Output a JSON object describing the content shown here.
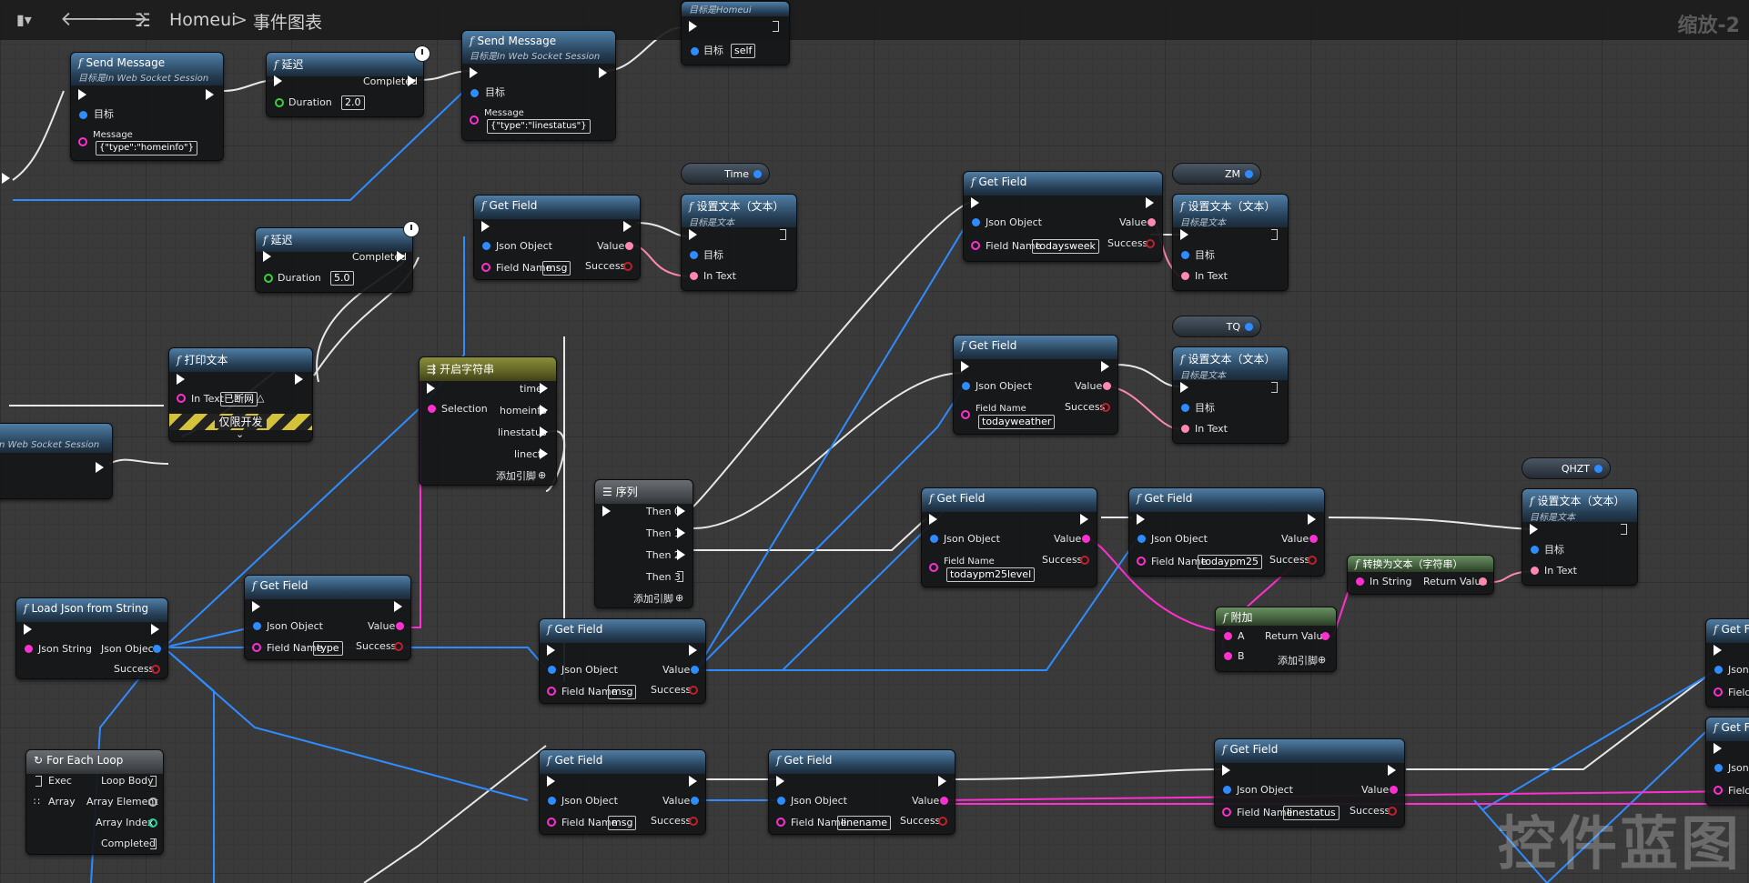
{
  "topbar": {
    "breadcrumb_root": "Homeui",
    "breadcrumb_sep": ">",
    "breadcrumb_current": "事件图表",
    "zoom": "缩放-2"
  },
  "nodes": {
    "send_msg_1": {
      "title": "Send Message",
      "subtitle": "目标是In Web Socket Session",
      "target": "目标",
      "message_label": "Message",
      "message_value": "{\"type\":\"homeinfo\"}"
    },
    "delay_1": {
      "title": "延迟",
      "completed": "Completed",
      "duration_label": "Duration",
      "duration_value": "2.0"
    },
    "send_msg_2": {
      "title": "Send Message",
      "subtitle": "目标是In Web Socket Session",
      "target": "目标",
      "message_label": "Message",
      "message_value": "{\"type\":\"linestatus\"}"
    },
    "top_partial": {
      "subtitle": "目标是Homeui",
      "target": "目标",
      "target_value": "self"
    },
    "delay_2": {
      "title": "延迟",
      "completed": "Completed",
      "duration_label": "Duration",
      "duration_value": "5.0"
    },
    "print": {
      "title": "打印文本",
      "in_text": "In Text",
      "in_text_value": "已断网",
      "dev_only": "仅限开发"
    },
    "ws_partial": {
      "subtitle": "n Web Socket Session"
    },
    "switch": {
      "title": "开启字符串",
      "selection": "Selection",
      "out_time": "time",
      "out_homeinfo": "homeinfo",
      "out_linestatus": "linestatus",
      "out_linect": "linect",
      "add_pin": "添加引脚"
    },
    "sequence": {
      "title": "序列",
      "then0": "Then 0",
      "then1": "Then 1",
      "then2": "Then 2",
      "then3": "Then 3",
      "add_pin": "添加引脚"
    },
    "gf_msg_top": {
      "title": "Get Field",
      "json": "Json Object",
      "value": "Value",
      "field": "Field Name",
      "field_value": "msg",
      "success": "Success"
    },
    "gf_type": {
      "title": "Get Field",
      "json": "Json Object",
      "value": "Value",
      "field": "Field Name",
      "field_value": "type",
      "success": "Success"
    },
    "gf_msg_mid": {
      "title": "Get Field",
      "json": "Json Object",
      "value": "Value",
      "field": "Field Name",
      "field_value": "msg",
      "success": "Success"
    },
    "gf_msg_bot": {
      "title": "Get Field",
      "json": "Json Object",
      "value": "Value",
      "field": "Field Name",
      "field_value": "msg",
      "success": "Success"
    },
    "gf_linename": {
      "title": "Get Field",
      "json": "Json Object",
      "value": "Value",
      "field": "Field Name",
      "field_value": "linename",
      "success": "Success"
    },
    "gf_week": {
      "title": "Get Field",
      "json": "Json Object",
      "value": "Value",
      "field": "Field Name",
      "field_value": "todaysweek",
      "success": "Success"
    },
    "gf_weather": {
      "title": "Get Field",
      "json": "Json Object",
      "value": "Value",
      "field": "Field Name",
      "field_value": "todayweather",
      "success": "Success"
    },
    "gf_pm25level": {
      "title": "Get Field",
      "json": "Json Object",
      "value": "Value",
      "field": "Field Name",
      "field_value": "todaypm25level",
      "success": "Success"
    },
    "gf_pm25": {
      "title": "Get Field",
      "json": "Json Object",
      "value": "Value",
      "field": "Field Name",
      "field_value": "todaypm25",
      "success": "Success"
    },
    "gf_linestatus": {
      "title": "Get Field",
      "json": "Json Object",
      "value": "Value",
      "field": "Field Name",
      "field_value": "linestatus",
      "success": "Success"
    },
    "gf_right1": {
      "title": "Get F",
      "json": "Json",
      "field": "Field"
    },
    "gf_right2": {
      "title": "Get F",
      "json": "Json",
      "field": "Field"
    },
    "settext_time": {
      "title": "设置文本（文本）",
      "subtitle": "目标是文本",
      "target": "目标",
      "in_text": "In Text"
    },
    "settext_zm": {
      "title": "设置文本（文本）",
      "subtitle": "目标是文本",
      "target": "目标",
      "in_text": "In Text"
    },
    "settext_tq": {
      "title": "设置文本（文本）",
      "subtitle": "目标是文本",
      "target": "目标",
      "in_text": "In Text"
    },
    "settext_qhzt": {
      "title": "设置文本（文本）",
      "subtitle": "目标是文本",
      "target": "目标",
      "in_text": "In Text"
    },
    "to_text": {
      "title": "转换为文本（字符串）",
      "in_string": "In String",
      "return_value": "Return Value"
    },
    "append": {
      "title": "附加",
      "a": "A",
      "b": "B",
      "return_value": "Return Value",
      "add_pin": "添加引脚"
    },
    "load_json": {
      "title": "Load Json from String",
      "json_string": "Json String",
      "json_object": "Json Object",
      "success": "Success"
    },
    "foreach": {
      "title": "For Each Loop",
      "exec": "Exec",
      "loop_body": "Loop Body",
      "array": "Array",
      "array_element": "Array Element",
      "array_index": "Array Index",
      "completed": "Completed"
    }
  },
  "variables": {
    "time": "Time",
    "zm": "ZM",
    "tq": "TQ",
    "qhzt": "QHZT"
  },
  "watermark": "控件蓝图"
}
